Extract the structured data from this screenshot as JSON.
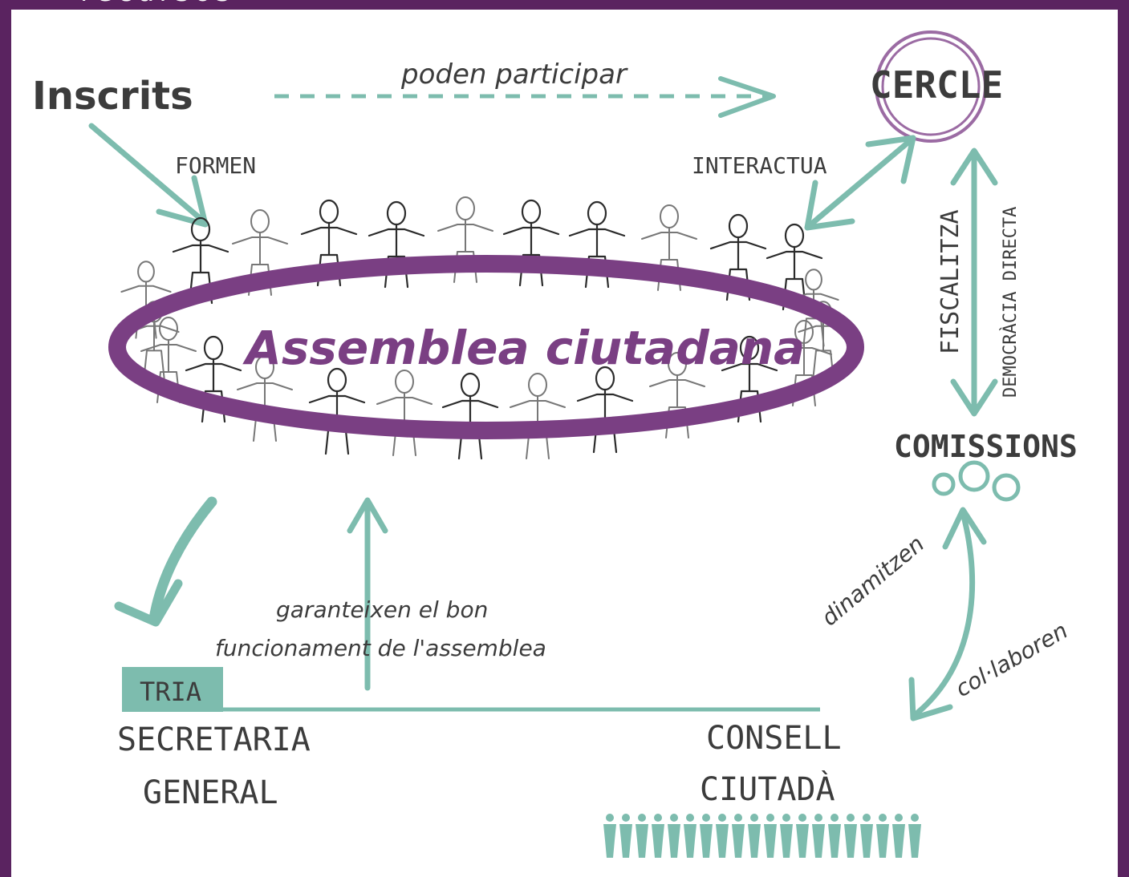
{
  "top_strip": "recursos",
  "nodes": {
    "inscrits": "Inscrits",
    "cercle": "CERCLE",
    "assemblea": "Assemblea ciutadana",
    "comissions": "COMISSIONS",
    "tria": "TRIA",
    "secretaria_line1": "SECRETARIA",
    "secretaria_line2": "GENERAL",
    "consell_line1": "CONSELL",
    "consell_line2": "CIUTADÀ"
  },
  "edges": {
    "poden_participar": "poden participar",
    "formen": "FORMEN",
    "interactua": "INTERACTUA",
    "fiscalitza": "FISCALITZA",
    "democracia_directa": "DEMOCRÀCIA DIRECTA",
    "dinamitzen": "dinamitzen",
    "collaboren": "col·laboren",
    "garanteixen_line1": "garanteixen el bon",
    "garanteixen_line2": "funcionament de l'assemblea"
  },
  "colors": {
    "frame": "#5a2360",
    "accent_teal": "#7dbcae",
    "accent_purple": "#7a3f83",
    "ink": "#3c3c3c"
  }
}
